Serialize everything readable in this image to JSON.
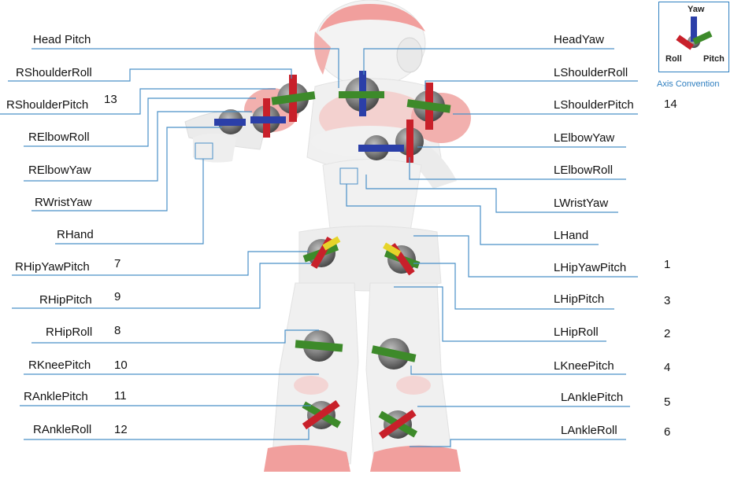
{
  "colors": {
    "leader_line": "#4a90c8",
    "robot_red": "#e8534e",
    "robot_body": "#e9e9e9",
    "yaw": "#2b3fa8",
    "roll": "#c8202a",
    "pitch": "#3d8a2a"
  },
  "axis_convention": {
    "caption": "Axis Convention",
    "yaw": "Yaw",
    "roll": "Roll",
    "pitch": "Pitch"
  },
  "joints": {
    "head_pitch": "Head Pitch",
    "head_yaw": "HeadYaw",
    "r_shoulder_roll": "RShoulderRoll",
    "l_shoulder_roll": "LShoulderRoll",
    "r_shoulder_pitch": "RShoulderPitch",
    "r_shoulder_pitch_num": "13",
    "l_shoulder_pitch": "LShoulderPitch",
    "l_shoulder_pitch_num": "14",
    "r_elbow_roll": "RElbowRoll",
    "l_elbow_yaw": "LElbowYaw",
    "r_elbow_yaw": "RElbowYaw",
    "l_elbow_roll": "LElbowRoll",
    "r_wrist_yaw": "RWristYaw",
    "l_wrist_yaw": "LWristYaw",
    "r_hand": "RHand",
    "l_hand": "LHand",
    "r_hip_yaw_pitch": "RHipYawPitch",
    "r_hip_yaw_pitch_num": "7",
    "l_hip_yaw_pitch": "LHipYawPitch",
    "l_hip_yaw_pitch_num": "1",
    "r_hip_pitch": "RHipPitch",
    "r_hip_pitch_num": "9",
    "l_hip_pitch": "LHipPitch",
    "l_hip_pitch_num": "3",
    "r_hip_roll": "RHipRoll",
    "r_hip_roll_num": "8",
    "l_hip_roll": "LHipRoll",
    "l_hip_roll_num": "2",
    "r_knee_pitch": "RKneePitch",
    "r_knee_pitch_num": "10",
    "l_knee_pitch": "LKneePitch",
    "l_knee_pitch_num": "4",
    "r_ankle_pitch": "RAnklePitch",
    "r_ankle_pitch_num": "11",
    "l_ankle_pitch": "LAnklePitch",
    "l_ankle_pitch_num": "5",
    "r_ankle_roll": "RAnkleRoll",
    "r_ankle_roll_num": "12",
    "l_ankle_roll": "LAnkleRoll",
    "l_ankle_roll_num": "6"
  }
}
